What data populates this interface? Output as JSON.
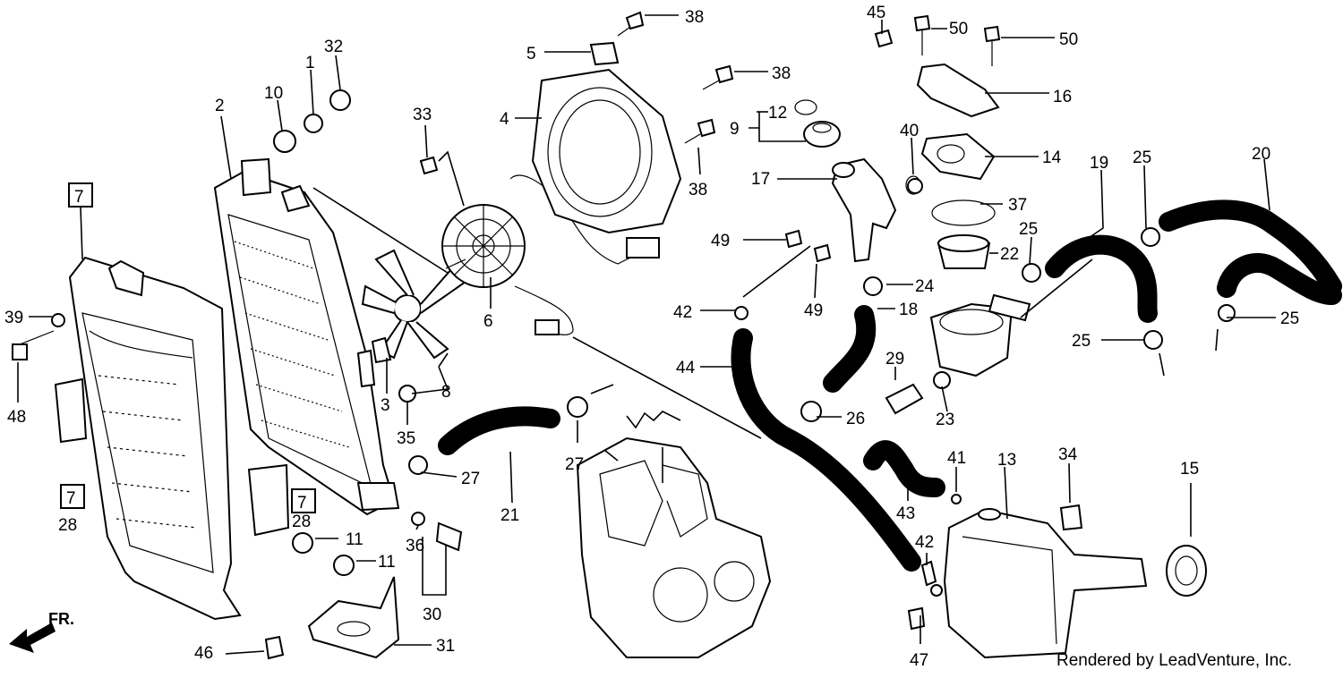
{
  "callouts": [
    {
      "id": "n38a",
      "text": "38"
    },
    {
      "id": "n5",
      "text": "5"
    },
    {
      "id": "n45",
      "text": "45"
    },
    {
      "id": "n50a",
      "text": "50"
    },
    {
      "id": "n50b",
      "text": "50"
    },
    {
      "id": "n32",
      "text": "32"
    },
    {
      "id": "n1",
      "text": "1"
    },
    {
      "id": "n10",
      "text": "10"
    },
    {
      "id": "n38b",
      "text": "38"
    },
    {
      "id": "n16",
      "text": "16"
    },
    {
      "id": "n2",
      "text": "2"
    },
    {
      "id": "n33",
      "text": "33"
    },
    {
      "id": "n4",
      "text": "4"
    },
    {
      "id": "n12",
      "text": "12"
    },
    {
      "id": "n9",
      "text": "9"
    },
    {
      "id": "n40",
      "text": "40"
    },
    {
      "id": "n14",
      "text": "14"
    },
    {
      "id": "n19",
      "text": "19"
    },
    {
      "id": "n25a",
      "text": "25"
    },
    {
      "id": "n20",
      "text": "20"
    },
    {
      "id": "n38c",
      "text": "38"
    },
    {
      "id": "n17",
      "text": "17"
    },
    {
      "id": "n37",
      "text": "37"
    },
    {
      "id": "n7a",
      "text": "7"
    },
    {
      "id": "n25b",
      "text": "25"
    },
    {
      "id": "n49a",
      "text": "49"
    },
    {
      "id": "n22",
      "text": "22"
    },
    {
      "id": "n24",
      "text": "24"
    },
    {
      "id": "n39",
      "text": "39"
    },
    {
      "id": "n6",
      "text": "6"
    },
    {
      "id": "n42a",
      "text": "42"
    },
    {
      "id": "n49b",
      "text": "49"
    },
    {
      "id": "n18",
      "text": "18"
    },
    {
      "id": "n25c",
      "text": "25"
    },
    {
      "id": "n25d",
      "text": "25"
    },
    {
      "id": "n8",
      "text": "8"
    },
    {
      "id": "n44",
      "text": "44"
    },
    {
      "id": "n29",
      "text": "29"
    },
    {
      "id": "n3",
      "text": "3"
    },
    {
      "id": "n48",
      "text": "48"
    },
    {
      "id": "n26",
      "text": "26"
    },
    {
      "id": "n23",
      "text": "23"
    },
    {
      "id": "n35",
      "text": "35"
    },
    {
      "id": "n27a",
      "text": "27"
    },
    {
      "id": "n27b",
      "text": "27"
    },
    {
      "id": "n34",
      "text": "34"
    },
    {
      "id": "n41",
      "text": "41"
    },
    {
      "id": "n13",
      "text": "13"
    },
    {
      "id": "n15",
      "text": "15"
    },
    {
      "id": "n21",
      "text": "21"
    },
    {
      "id": "n7b",
      "text": "7"
    },
    {
      "id": "n7c",
      "text": "7"
    },
    {
      "id": "n28a",
      "text": "28"
    },
    {
      "id": "n28b",
      "text": "28"
    },
    {
      "id": "n43",
      "text": "43"
    },
    {
      "id": "n11a",
      "text": "11"
    },
    {
      "id": "n36",
      "text": "36"
    },
    {
      "id": "n11b",
      "text": "11"
    },
    {
      "id": "n42b",
      "text": "42"
    },
    {
      "id": "n30",
      "text": "30"
    },
    {
      "id": "n31",
      "text": "31"
    },
    {
      "id": "n46",
      "text": "46"
    },
    {
      "id": "n47",
      "text": "47"
    }
  ],
  "direction_label": "FR.",
  "credit": "Rendered by LeadVenture, Inc."
}
